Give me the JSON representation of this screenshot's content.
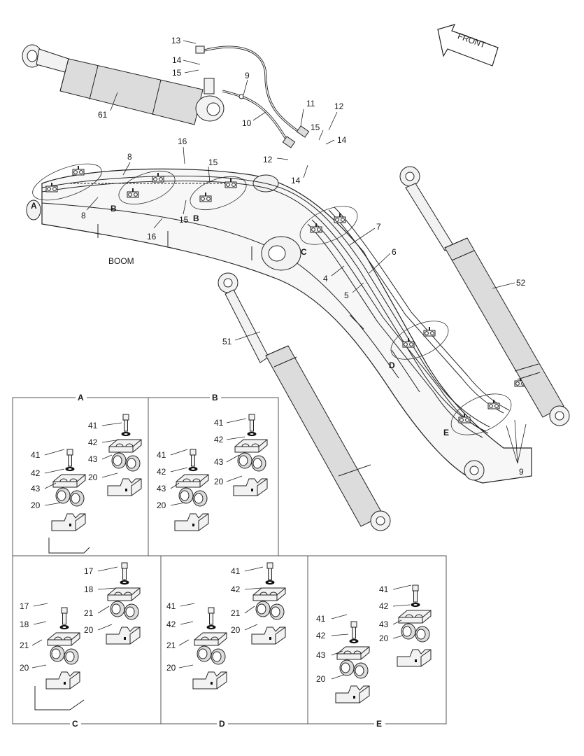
{
  "direction_label": "FRONT",
  "boom_label": "BOOM",
  "colors": {
    "line": "#222222",
    "part_fill": "#dcdcdc",
    "background": "#ffffff"
  },
  "main_labels": {
    "l13": "13",
    "l14a": "14",
    "l15a": "15",
    "l9a": "9",
    "l61": "61",
    "l11": "11",
    "l12a": "12",
    "l10": "10",
    "l15b": "15",
    "l14b": "14",
    "l16a": "16",
    "l8a": "8",
    "l15c": "15",
    "l12b": "12",
    "l14c": "14",
    "lA": "A",
    "lB1": "B",
    "l8b": "8",
    "l16b": "16",
    "l15d": "15",
    "lB2": "B",
    "l7": "7",
    "lC": "C",
    "l6": "6",
    "l4": "4",
    "l5": "5",
    "l52": "52",
    "l51": "51",
    "lD": "D",
    "lE": "E",
    "l9b": "9"
  },
  "panels": {
    "A": {
      "title": "A",
      "labels": {
        "a41r": "41",
        "a42r": "42",
        "a43r": "43",
        "a20r": "20",
        "a41l": "41",
        "a42l": "42",
        "a43l": "43",
        "a20l": "20"
      }
    },
    "B": {
      "title": "B",
      "labels": {
        "b41r": "41",
        "b42r": "42",
        "b43r": "43",
        "b20r": "20",
        "b41l": "41",
        "b42l": "42",
        "b43l": "43",
        "b20l": "20"
      }
    },
    "C": {
      "title": "C",
      "labels": {
        "c17r": "17",
        "c18r": "18",
        "c21r": "21",
        "c20r": "20",
        "c17l": "17",
        "c18l": "18",
        "c21l": "21",
        "c20l": "20"
      }
    },
    "D": {
      "title": "D",
      "labels": {
        "d41r": "41",
        "d42r": "42",
        "d21r": "21",
        "d20r": "20",
        "d41l": "41",
        "d42l": "42",
        "d21l": "21",
        "d20l": "20"
      }
    },
    "E": {
      "title": "E",
      "labels": {
        "e41r": "41",
        "e42r": "42",
        "e43r": "43",
        "e20r": "20",
        "e41l": "41",
        "e42l": "42",
        "e43l": "43",
        "e20l": "20"
      }
    }
  }
}
